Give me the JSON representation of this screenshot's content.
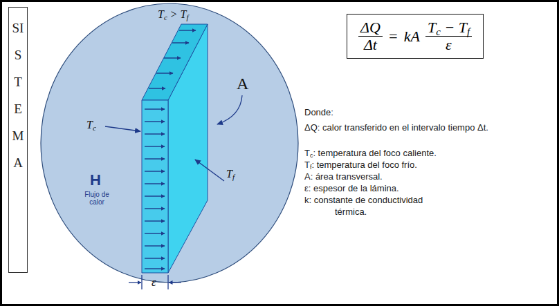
{
  "diagram": {
    "nodes": [
      {
        "text": [
          "SISTEMA"
        ]
      },
      {
        "text": [
          "Tc > Tf",
          "Tc",
          "A",
          "Tf",
          "H",
          "Flujo de calor",
          "ε"
        ]
      },
      {
        "text": [
          "ΔQ",
          "Δt",
          "=",
          "kA",
          "Tc − Tf",
          "ε"
        ]
      }
    ],
    "labels": [
      "Donde:",
      "ΔQ: calor transferido en el intervalo tiempo Δt.",
      "Tc: temperatura del foco caliente.",
      "Tf: temperatura del foco frío.",
      "A: área transversal.",
      "ε: espesor de la lámina.",
      "k: constante de conductividad térmica."
    ]
  }
}
